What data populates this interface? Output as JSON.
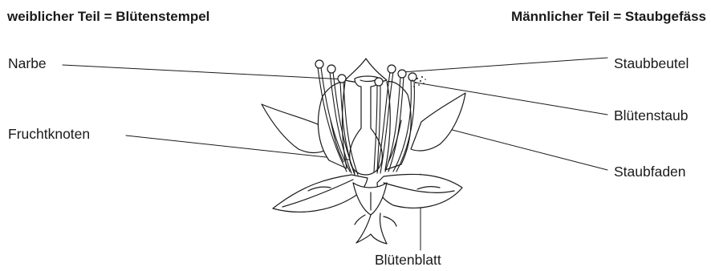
{
  "headers": {
    "left": "weiblicher Teil = Blütenstempel",
    "right": "Männlicher Teil = Staubgefäss"
  },
  "labels": {
    "narbe": "Narbe",
    "fruchtknoten": "Fruchtknoten",
    "staubbeutel": "Staubbeutel",
    "bluetenstaub": "Blütenstaub",
    "staubfaden": "Staubfaden",
    "bluetenblatt": "Blütenblatt"
  },
  "colors": {
    "ink": "#1a1a1a"
  }
}
